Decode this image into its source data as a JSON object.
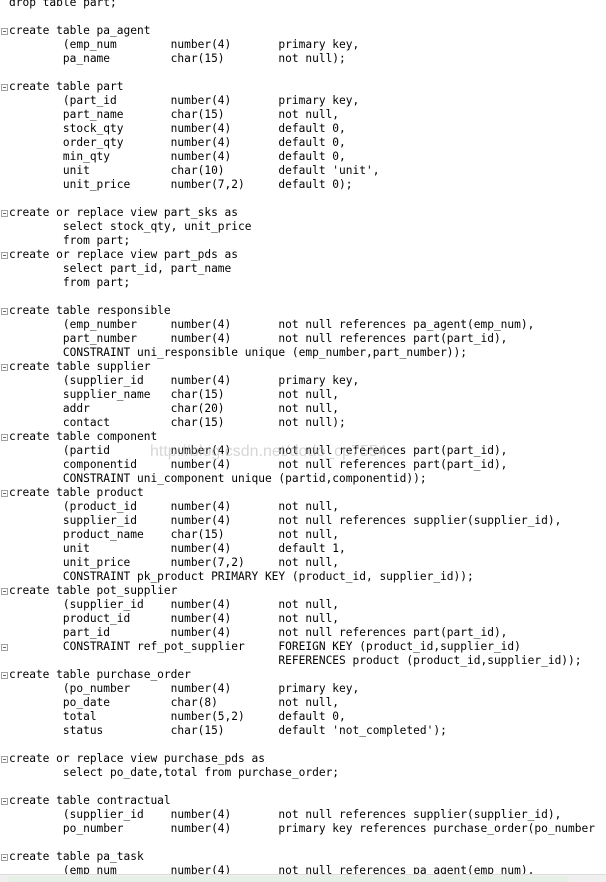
{
  "watermark": "http://blog.csdn.net/dodo_cp7554",
  "lines": [
    {
      "text": "drop table part;",
      "fold": false
    },
    {
      "text": "",
      "fold": false
    },
    {
      "text": "create table pa_agent",
      "fold": true
    },
    {
      "text": "        (emp_num        number(4)       primary key,",
      "fold": false
    },
    {
      "text": "        pa_name         char(15)        not null);",
      "fold": false
    },
    {
      "text": "",
      "fold": false
    },
    {
      "text": "create table part",
      "fold": true
    },
    {
      "text": "        (part_id        number(4)       primary key,",
      "fold": false
    },
    {
      "text": "        part_name       char(15)        not null,",
      "fold": false
    },
    {
      "text": "        stock_qty       number(4)       default 0,",
      "fold": false
    },
    {
      "text": "        order_qty       number(4)       default 0,",
      "fold": false
    },
    {
      "text": "        min_qty         number(4)       default 0,",
      "fold": false
    },
    {
      "text": "        unit            char(10)        default 'unit',",
      "fold": false
    },
    {
      "text": "        unit_price      number(7,2)     default 0);",
      "fold": false
    },
    {
      "text": "",
      "fold": false
    },
    {
      "text": "create or replace view part_sks as",
      "fold": true
    },
    {
      "text": "        select stock_qty, unit_price",
      "fold": false
    },
    {
      "text": "        from part;",
      "fold": false
    },
    {
      "text": "create or replace view part_pds as",
      "fold": true
    },
    {
      "text": "        select part_id, part_name",
      "fold": false
    },
    {
      "text": "        from part;",
      "fold": false
    },
    {
      "text": "",
      "fold": false
    },
    {
      "text": "create table responsible",
      "fold": true
    },
    {
      "text": "        (emp_number     number(4)       not null references pa_agent(emp_num),",
      "fold": false
    },
    {
      "text": "        part_number     number(4)       not null references part(part_id),",
      "fold": false
    },
    {
      "text": "        CONSTRAINT uni_responsible unique (emp_number,part_number));",
      "fold": false
    },
    {
      "text": "create table supplier",
      "fold": true
    },
    {
      "text": "        (supplier_id    number(4)       primary key,",
      "fold": false
    },
    {
      "text": "        supplier_name   char(15)        not null,",
      "fold": false
    },
    {
      "text": "        addr            char(20)        not null,",
      "fold": false
    },
    {
      "text": "        contact         char(15)        not null);",
      "fold": false
    },
    {
      "text": "create table component",
      "fold": true
    },
    {
      "text": "        (partid         number(4)       not null references part(part_id),",
      "fold": false
    },
    {
      "text": "        componentid     number(4)       not null references part(part_id),",
      "fold": false
    },
    {
      "text": "        CONSTRAINT uni_component unique (partid,componentid));",
      "fold": false
    },
    {
      "text": "create table product",
      "fold": true
    },
    {
      "text": "        (product_id     number(4)       not null,",
      "fold": false
    },
    {
      "text": "        supplier_id     number(4)       not null references supplier(supplier_id),",
      "fold": false
    },
    {
      "text": "        product_name    char(15)        not null,",
      "fold": false
    },
    {
      "text": "        unit            number(4)       default 1,",
      "fold": false
    },
    {
      "text": "        unit_price      number(7,2)     not null,",
      "fold": false
    },
    {
      "text": "        CONSTRAINT pk_product PRIMARY KEY (product_id, supplier_id));",
      "fold": false
    },
    {
      "text": "create table pot_supplier",
      "fold": true
    },
    {
      "text": "        (supplier_id    number(4)       not null,",
      "fold": false
    },
    {
      "text": "        product_id      number(4)       not null,",
      "fold": false
    },
    {
      "text": "        part_id         number(4)       not null references part(part_id),",
      "fold": false
    },
    {
      "text": "        CONSTRAINT ref_pot_supplier     FOREIGN KEY (product_id,supplier_id)",
      "fold": true
    },
    {
      "text": "                                        REFERENCES product (product_id,supplier_id));",
      "fold": false
    },
    {
      "text": "create table purchase_order",
      "fold": true
    },
    {
      "text": "        (po_number      number(4)       primary key,",
      "fold": false
    },
    {
      "text": "        po_date         char(8)         not null,",
      "fold": false
    },
    {
      "text": "        total           number(5,2)     default 0,",
      "fold": false
    },
    {
      "text": "        status          char(15)        default 'not_completed');",
      "fold": false
    },
    {
      "text": "",
      "fold": false
    },
    {
      "text": "create or replace view purchase_pds as",
      "fold": true
    },
    {
      "text": "        select po_date,total from purchase_order;",
      "fold": false
    },
    {
      "text": "",
      "fold": false
    },
    {
      "text": "create table contractual",
      "fold": true
    },
    {
      "text": "        (supplier_id    number(4)       not null references supplier(supplier_id),",
      "fold": false
    },
    {
      "text": "        po_number       number(4)       primary key references purchase_order(po_number",
      "fold": false
    },
    {
      "text": "",
      "fold": false
    },
    {
      "text": "create table pa_task",
      "fold": true
    },
    {
      "text": "        (emp_num        number(4)       not null references pa_agent(emp_num),",
      "fold": false
    }
  ]
}
